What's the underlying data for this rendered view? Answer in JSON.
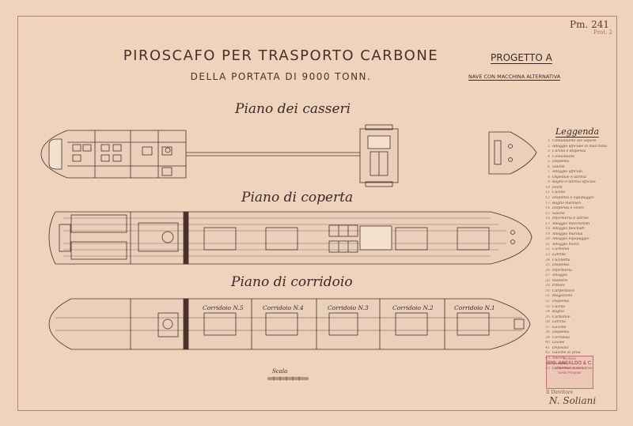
{
  "sheet": {
    "number": "Pm. 241",
    "sub_number": "Prot. 2",
    "title": "PIROSCAFO PER TRASPORTO CARBONE",
    "subtitle": "DELLA PORTATA DI 9000 TONN.",
    "project": "PROGETTO A",
    "engine": "NAVE CON MACCHINA ALTERNATIVA"
  },
  "plans": {
    "cassero": "Piano dei casseri",
    "coperta": "Piano di coperta",
    "corridoio": "Piano di corridoio"
  },
  "corridors": [
    "Corridoio N.5",
    "Corridoio N.4",
    "Corridoio N.3",
    "Corridoio N.2",
    "Corridoio N.1"
  ],
  "scale_label": "Scala",
  "legend": {
    "title": "Leggenda",
    "items": [
      {
        "n": "1",
        "t": "Comandante del vapore"
      },
      {
        "n": "2",
        "t": "Alloggio ufficiale di macchina"
      },
      {
        "n": "3",
        "t": "Cucina e dispensa"
      },
      {
        "n": "4",
        "t": "Comandanti"
      },
      {
        "n": "5",
        "t": "Dispensa"
      },
      {
        "n": "6",
        "t": "Salone"
      },
      {
        "n": "7",
        "t": "Alloggio ufficiali"
      },
      {
        "n": "8",
        "t": "Ospedale e latrina"
      },
      {
        "n": "9",
        "t": "Bagno e latrina ufficiali"
      },
      {
        "n": "10",
        "t": "Fochi"
      },
      {
        "n": "11",
        "t": "Cucina"
      },
      {
        "n": "12",
        "t": "Dispensa e equipaggio"
      },
      {
        "n": "13",
        "t": "Bagno marinari"
      },
      {
        "n": "14",
        "t": "Dispensa e viveri"
      },
      {
        "n": "15",
        "t": "Salone"
      },
      {
        "n": "16",
        "t": "Infermeria e latrine"
      },
      {
        "n": "17",
        "t": "Alloggio macchinisti"
      },
      {
        "n": "18",
        "t": "Alloggio fuochisti"
      },
      {
        "n": "19",
        "t": "Alloggio marinai"
      },
      {
        "n": "20",
        "t": "Alloggio equipaggio"
      },
      {
        "n": "21",
        "t": "Alloggio mozzi"
      },
      {
        "n": "22",
        "t": "Carbonili"
      },
      {
        "n": "23",
        "t": "Latrine"
      },
      {
        "n": "24",
        "t": "Cucinetta"
      },
      {
        "n": "25",
        "t": "Dispensa"
      },
      {
        "n": "26",
        "t": "Infermeria"
      },
      {
        "n": "27",
        "t": "Alloggio"
      },
      {
        "n": "28",
        "t": "Maestro"
      },
      {
        "n": "29",
        "t": "Pittore"
      },
      {
        "n": "30",
        "t": "Carpentiere"
      },
      {
        "n": "31",
        "t": "Magazzino"
      },
      {
        "n": "32",
        "t": "Dispensa"
      },
      {
        "n": "33",
        "t": "Cucina"
      },
      {
        "n": "34",
        "t": "Bagno"
      },
      {
        "n": "35",
        "t": "Carbonile"
      },
      {
        "n": "36",
        "t": "Latrina"
      },
      {
        "n": "37",
        "t": "Gavone"
      },
      {
        "n": "38",
        "t": "Dispensa"
      },
      {
        "n": "39",
        "t": "Corridoio"
      },
      {
        "n": "40",
        "t": "Locale"
      },
      {
        "n": "41",
        "t": "Deposito"
      },
      {
        "n": "42",
        "t": "Gavone di prua"
      },
      {
        "n": "43",
        "t": "Ancore"
      },
      {
        "n": "44",
        "t": "Bussole"
      },
      {
        "n": "45",
        "t": "Carbonile di soccorso"
      }
    ]
  },
  "stamp": {
    "line1": "Archivio",
    "line2": "GIO. ANSALDO & C.",
    "line3": "COSTRUZ. NAVALI",
    "line4": "Sestri Ponente"
  },
  "director": "Il Direttore",
  "signature": "N. Soliani"
}
